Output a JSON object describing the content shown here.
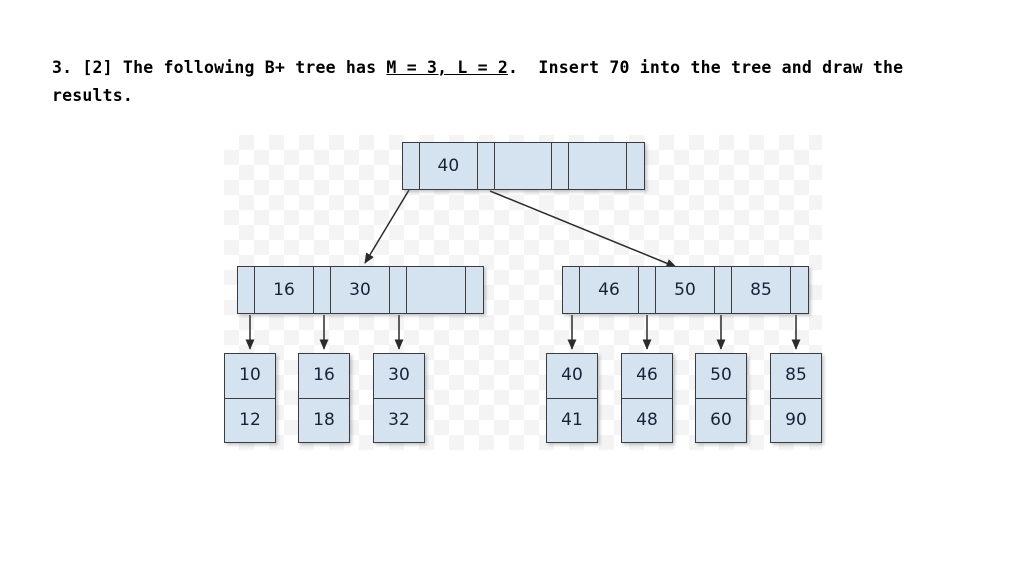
{
  "question": {
    "number": "3.",
    "points": "[2]",
    "text_before": "3. [2] The following B+ tree has ",
    "underlined_params": "M = 3, L = 2",
    "text_after": ".  Insert 70 into the tree and draw the results."
  },
  "colors": {
    "node_fill": "#d5e3f0",
    "node_border": "#3c3c3c",
    "text": "#16243a",
    "arrow": "#2b2b2b",
    "page_bg": "#ffffff",
    "checker": "#f4f4f4"
  },
  "tree": {
    "root": {
      "label": "root-node",
      "cells": [
        {
          "kind": "pointer",
          "value": ""
        },
        {
          "kind": "key",
          "value": "40"
        },
        {
          "kind": "pointer",
          "value": ""
        },
        {
          "kind": "key",
          "value": ""
        },
        {
          "kind": "pointer",
          "value": ""
        },
        {
          "kind": "key",
          "value": ""
        },
        {
          "kind": "pointer",
          "value": ""
        }
      ]
    },
    "internal": [
      {
        "label": "internal-node-left",
        "cells": [
          {
            "kind": "pointer",
            "value": ""
          },
          {
            "kind": "key",
            "value": "16"
          },
          {
            "kind": "pointer",
            "value": ""
          },
          {
            "kind": "key",
            "value": "30"
          },
          {
            "kind": "pointer",
            "value": ""
          },
          {
            "kind": "key",
            "value": ""
          },
          {
            "kind": "pointer",
            "value": ""
          }
        ]
      },
      {
        "label": "internal-node-right",
        "cells": [
          {
            "kind": "pointer",
            "value": ""
          },
          {
            "kind": "key",
            "value": "46"
          },
          {
            "kind": "pointer",
            "value": ""
          },
          {
            "kind": "key",
            "value": "50"
          },
          {
            "kind": "pointer",
            "value": ""
          },
          {
            "kind": "key",
            "value": "85"
          },
          {
            "kind": "pointer",
            "value": ""
          }
        ]
      }
    ],
    "leaves": [
      {
        "label": "leaf-1",
        "values": [
          "10",
          "12"
        ]
      },
      {
        "label": "leaf-2",
        "values": [
          "16",
          "18"
        ]
      },
      {
        "label": "leaf-3",
        "values": [
          "30",
          "32"
        ]
      },
      {
        "label": "leaf-4",
        "values": [
          "40",
          "41"
        ]
      },
      {
        "label": "leaf-5",
        "values": [
          "46",
          "48"
        ]
      },
      {
        "label": "leaf-6",
        "values": [
          "50",
          "60"
        ]
      },
      {
        "label": "leaf-7",
        "values": [
          "85",
          "90"
        ]
      }
    ]
  }
}
